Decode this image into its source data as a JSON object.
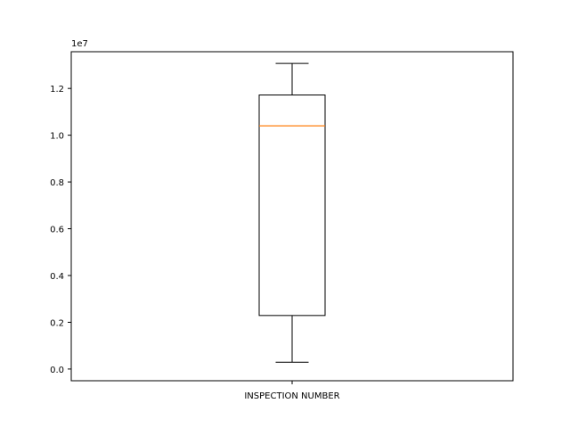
{
  "chart_data": {
    "type": "box",
    "categories": [
      "INSPECTION NUMBER"
    ],
    "offset_label": "1e7",
    "ylim": [
      -0.05,
      1.357
    ],
    "yticks": [
      0.0,
      0.2,
      0.4,
      0.6,
      0.8,
      1.0,
      1.2
    ],
    "ytick_labels": [
      "0.0",
      "0.2",
      "0.4",
      "0.6",
      "0.8",
      "1.0",
      "1.2"
    ],
    "boxes": [
      {
        "whisker_low": 0.029,
        "q1": 0.229,
        "median": 1.04,
        "q3": 1.172,
        "whisker_high": 1.307
      }
    ],
    "grid": false,
    "colors": {
      "box": "#000000",
      "median": "#ff7f0e",
      "axes": "#000000"
    }
  }
}
